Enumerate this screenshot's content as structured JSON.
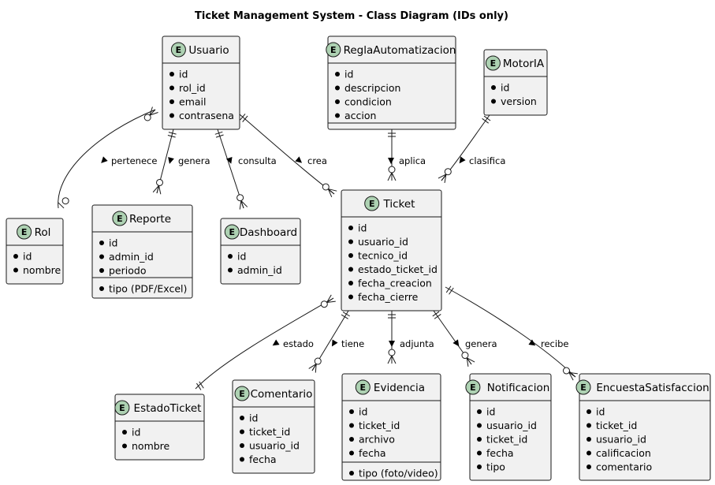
{
  "title": "Ticket Management System - Class Diagram (IDs only)",
  "entity_badge": "E",
  "bullet_char": "●",
  "entities": [
    {
      "id": "usuario",
      "name": "Usuario",
      "sections": [
        [
          "id",
          "rol_id",
          "email",
          "contrasena"
        ]
      ]
    },
    {
      "id": "regla",
      "name": "ReglaAutomatizacion",
      "sections": [
        [
          "id",
          "descripcion",
          "condicion",
          "accion"
        ]
      ]
    },
    {
      "id": "motor",
      "name": "MotorIA",
      "sections": [
        [
          "id",
          "version"
        ]
      ]
    },
    {
      "id": "rol",
      "name": "Rol",
      "sections": [
        [
          "id",
          "nombre"
        ]
      ]
    },
    {
      "id": "reporte",
      "name": "Reporte",
      "sections": [
        [
          "id",
          "admin_id",
          "periodo"
        ],
        [
          "tipo (PDF/Excel)"
        ]
      ]
    },
    {
      "id": "dashboard",
      "name": "Dashboard",
      "sections": [
        [
          "id",
          "admin_id"
        ]
      ]
    },
    {
      "id": "ticket",
      "name": "Ticket",
      "sections": [
        [
          "id",
          "usuario_id",
          "tecnico_id",
          "estado_ticket_id",
          "fecha_creacion",
          "fecha_cierre"
        ]
      ]
    },
    {
      "id": "estado",
      "name": "EstadoTicket",
      "sections": [
        [
          "id",
          "nombre"
        ]
      ]
    },
    {
      "id": "comentario",
      "name": "Comentario",
      "sections": [
        [
          "id",
          "ticket_id",
          "usuario_id",
          "fecha"
        ]
      ]
    },
    {
      "id": "evidencia",
      "name": "Evidencia",
      "sections": [
        [
          "id",
          "ticket_id",
          "archivo",
          "fecha"
        ],
        [
          "tipo (foto/video)"
        ]
      ]
    },
    {
      "id": "notificacion",
      "name": "Notificacion",
      "sections": [
        [
          "id",
          "usuario_id",
          "ticket_id",
          "fecha",
          "tipo"
        ]
      ]
    },
    {
      "id": "encuesta",
      "name": "EncuestaSatisfaccion",
      "sections": [
        [
          "id",
          "ticket_id",
          "usuario_id",
          "calificacion",
          "comentario"
        ]
      ]
    }
  ],
  "relations": [
    {
      "id": "pertenece",
      "from": "usuario",
      "to": "rol",
      "label": "pertenece",
      "from_card": "zero-many",
      "to_card": "zero-one"
    },
    {
      "id": "genera-reporte",
      "from": "usuario",
      "to": "reporte",
      "label": "genera",
      "from_card": "exactly-one",
      "to_card": "zero-many"
    },
    {
      "id": "consulta",
      "from": "usuario",
      "to": "dashboard",
      "label": "consulta",
      "from_card": "exactly-one",
      "to_card": "zero-many"
    },
    {
      "id": "crea",
      "from": "usuario",
      "to": "ticket",
      "label": "crea",
      "from_card": "exactly-one",
      "to_card": "zero-many"
    },
    {
      "id": "aplica",
      "from": "regla",
      "to": "ticket",
      "label": "aplica",
      "from_card": "exactly-one",
      "to_card": "zero-many"
    },
    {
      "id": "clasifica",
      "from": "motor",
      "to": "ticket",
      "label": "clasifica",
      "from_card": "exactly-one",
      "to_card": "zero-many"
    },
    {
      "id": "estado",
      "from": "ticket",
      "to": "estado",
      "label": "estado",
      "from_card": "zero-many",
      "to_card": "exactly-one"
    },
    {
      "id": "tiene",
      "from": "ticket",
      "to": "comentario",
      "label": "tiene",
      "from_card": "exactly-one",
      "to_card": "zero-many"
    },
    {
      "id": "adjunta",
      "from": "ticket",
      "to": "evidencia",
      "label": "adjunta",
      "from_card": "exactly-one",
      "to_card": "zero-many"
    },
    {
      "id": "genera-notif",
      "from": "ticket",
      "to": "notificacion",
      "label": "genera",
      "from_card": "exactly-one",
      "to_card": "zero-many"
    },
    {
      "id": "recibe",
      "from": "ticket",
      "to": "encuesta",
      "label": "recibe",
      "from_card": "exactly-one",
      "to_card": "zero-many"
    }
  ]
}
